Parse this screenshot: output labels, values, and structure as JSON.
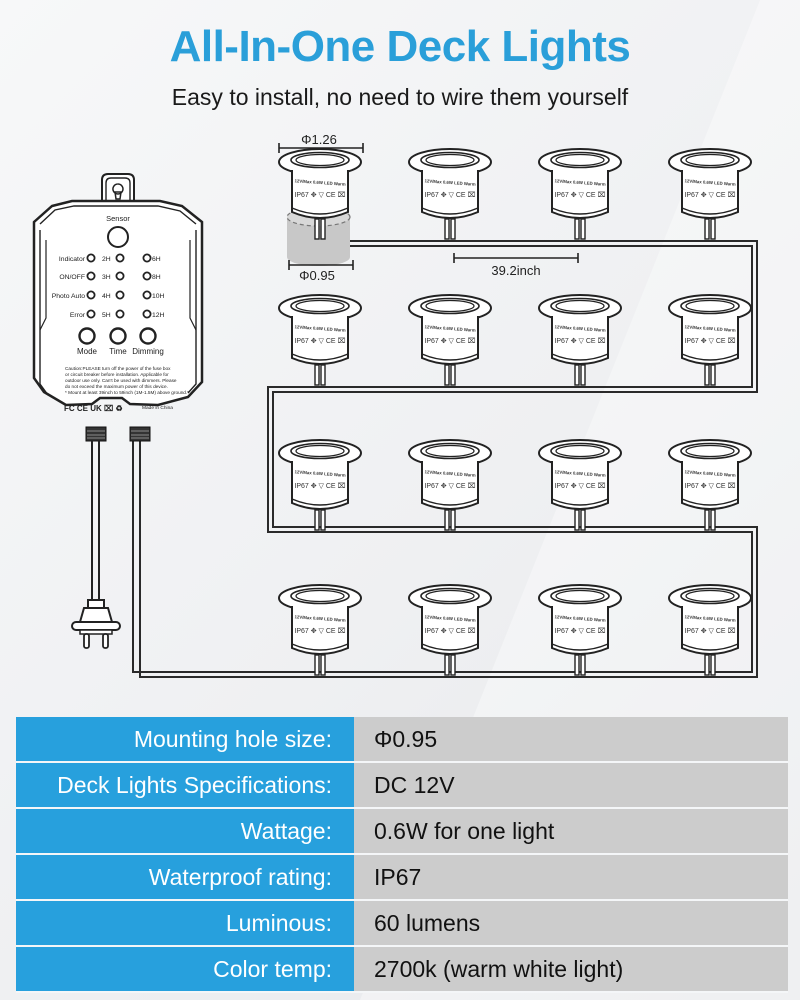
{
  "header": {
    "title": "All-In-One Deck Lights",
    "subtitle": "Easy to install, no need to wire them yourself"
  },
  "colors": {
    "brand_blue": "#27a0dd",
    "title_blue": "#2a9fd9",
    "value_gray": "#cccccc",
    "line_dark": "#2a2a2a"
  },
  "controller": {
    "sensor_label": "Sensor",
    "indicators": [
      {
        "label": "Indicator",
        "timer": "2H",
        "timer_right": "6H"
      },
      {
        "label": "ON/OFF",
        "timer": "3H",
        "timer_right": "8H"
      },
      {
        "label": "Photo Auto",
        "timer": "4H",
        "timer_right": "10H"
      },
      {
        "label": "Error",
        "timer": "5H",
        "timer_right": "12H"
      }
    ],
    "buttons": [
      "Mode",
      "Time",
      "Dimming"
    ],
    "caution_lines": [
      "Caution:PLEASE turn off the power of the fuse box",
      "or circuit breaker before installation. Applicable for",
      "outdoor use only. Can't be used with dimmers. Please",
      "do not exceed the maximum power of this device.",
      "* Mount at least 39inch to 59inch (1M-1.5M) above ground.\""
    ],
    "cert_marks": "FC CE UK ⌧ ♻",
    "made_in": "Made in China"
  },
  "light_fixture": {
    "body_text": "12V/Max 0.6W LED Warm",
    "rating_marks": "IP67 ✥ ▽ CE ⌧",
    "count": 16,
    "rows": 4,
    "per_row": 4
  },
  "dimensions": {
    "flange_diameter": "Φ1.26",
    "hole_diameter": "Φ0.95",
    "spacing": "39.2inch"
  },
  "specs": [
    {
      "label": "Mounting hole size:",
      "value": "Φ0.95"
    },
    {
      "label": "Deck Lights Specifications:",
      "value": "DC 12V"
    },
    {
      "label": "Wattage:",
      "value": "0.6W for one light"
    },
    {
      "label": "Waterproof rating:",
      "value": "IP67"
    },
    {
      "label": "Luminous:",
      "value": "60 lumens"
    },
    {
      "label": "Color temp:",
      "value": "2700k (warm white light)"
    }
  ]
}
